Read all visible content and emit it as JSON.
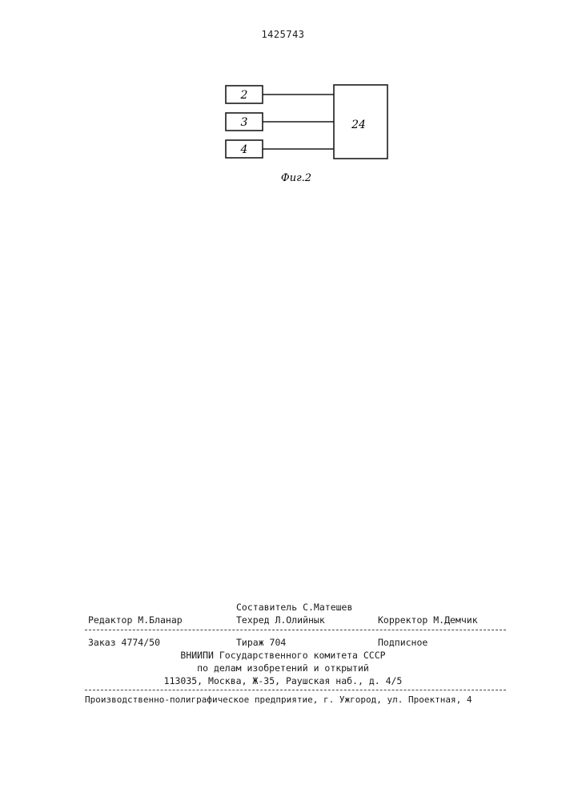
{
  "header": {
    "patent_number": "1425743"
  },
  "figure": {
    "blocks": [
      {
        "label": "2"
      },
      {
        "label": "3"
      },
      {
        "label": "4"
      }
    ],
    "main_block": {
      "label": "24"
    },
    "caption": "Фиг.2"
  },
  "imprint": {
    "compiler": "Составитель С.Матешев",
    "editor": "Редактор М.Бланар",
    "tech_editor": "Техред Л.Олийнык",
    "corrector": "Корректор М.Демчик",
    "order": "Заказ 4774/50",
    "circulation": "Тираж 704",
    "subscription": "Подписное",
    "org_line1": "ВНИИПИ Государственного комитета СССР",
    "org_line2": "по делам изобретений и открытий",
    "address": "113035, Москва, Ж-35, Раушская наб., д. 4/5",
    "printer": "Производственно-полиграфическое предприятие, г. Ужгород, ул. Проектная, 4"
  }
}
